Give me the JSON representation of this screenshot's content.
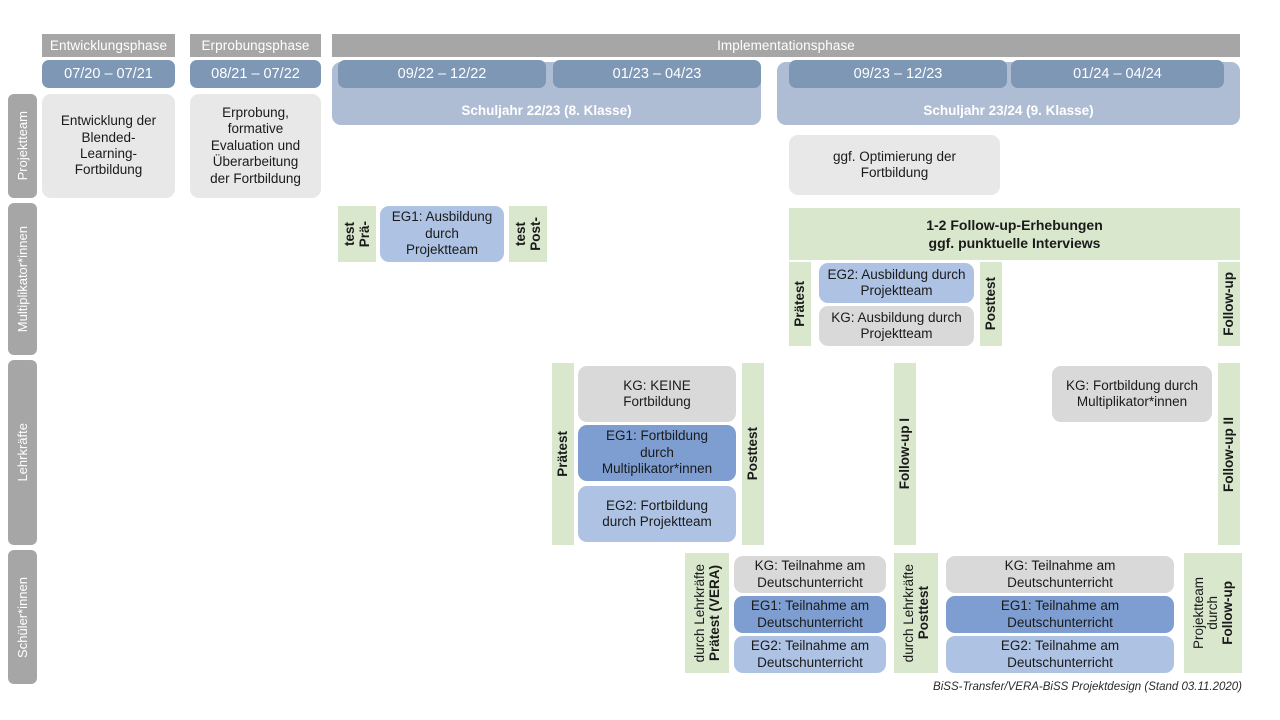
{
  "diagram": {
    "footer": "BiSS-Transfer/VERA-BiSS Projektdesign (Stand 03.11.2020)",
    "colors": {
      "gray_header": "#a6a6a6",
      "blue_pill": "#7e97b5",
      "blue_schuljahr": "#aebdd4",
      "green": "#d9e7cd",
      "box_gray": "#e8e8e8",
      "box_gray_dark": "#d9d9d9",
      "box_blue_light": "#aec3e3",
      "box_blue_dark": "#7e9ed1"
    }
  },
  "phases": [
    {
      "label": "Entwicklungsphase"
    },
    {
      "label": "Erprobungsphase"
    },
    {
      "label": "Implementationsphase"
    }
  ],
  "periods": [
    {
      "label": "07/20 – 07/21"
    },
    {
      "label": "08/21 – 07/22"
    },
    {
      "label": "09/22 – 12/22"
    },
    {
      "label": "01/23 – 04/23"
    },
    {
      "label": "09/23 – 12/23"
    },
    {
      "label": "01/24 – 04/24"
    }
  ],
  "schuljahre": [
    {
      "label": "Schuljahr 22/23 (8. Klasse)"
    },
    {
      "label": "Schuljahr 23/24 (9. Klasse)"
    }
  ],
  "actors": [
    {
      "label": "Projektteam"
    },
    {
      "label": "Multiplikator*innen"
    },
    {
      "label": "Lehrkräfte"
    },
    {
      "label": "Schüler*innen"
    }
  ],
  "projektteam": {
    "entwicklung": "Entwicklung der\nBlended-\nLearning-\nFortbildung",
    "erprobung": "Erprobung,\nformative\nEvaluation und\nÜberarbeitung\nder Fortbildung",
    "optimierung": "ggf. Optimierung der\nFortbildung"
  },
  "multiplikatoren": {
    "praetest_short": [
      "Prä-",
      "test"
    ],
    "posttest_short": [
      "Post-",
      "test"
    ],
    "eg1_ausbildung": "EG1: Ausbildung\ndurch\nProjektteam",
    "followup_band": "1-2 Follow-up-Erhebungen\nggf. punktuelle Interviews",
    "praetest": "Prätest",
    "posttest": "Posttest",
    "followup": "Follow-up",
    "eg2_ausbildung": "EG2: Ausbildung durch\nProjektteam",
    "kg_ausbildung": "KG: Ausbildung durch\nProjektteam"
  },
  "lehrkraefte": {
    "praetest": "Prätest",
    "posttest": "Posttest",
    "followup_1": "Follow-up I",
    "followup_2": "Follow-up II",
    "kg_keine": "KG:  KEINE\nFortbildung",
    "eg1_fortbildung": "EG1: Fortbildung\ndurch\nMultiplikator*innen",
    "eg2_fortbildung": "EG2: Fortbildung\ndurch Projektteam",
    "kg_fortbildung": "KG: Fortbildung durch\nMultiplikator*innen"
  },
  "schueler": {
    "praetest_bold": "Prätest (VERA)",
    "praetest_sub": "durch Lehrkräfte",
    "posttest_bold": "Posttest",
    "posttest_sub": "durch Lehrkräfte",
    "followup_bold": "Follow-up",
    "followup_sub_1": "durch",
    "followup_sub_2": "Projektteam",
    "block_a": {
      "kg": "KG: Teilnahme am\nDeutschunterricht",
      "eg1": "EG1: Teilnahme am\nDeutschunterricht",
      "eg2": "EG2: Teilnahme am\nDeutschunterricht"
    },
    "block_b": {
      "kg": "KG: Teilnahme am\nDeutschunterricht",
      "eg1": "EG1: Teilnahme am\nDeutschunterricht",
      "eg2": "EG2: Teilnahme am\nDeutschunterricht"
    }
  }
}
